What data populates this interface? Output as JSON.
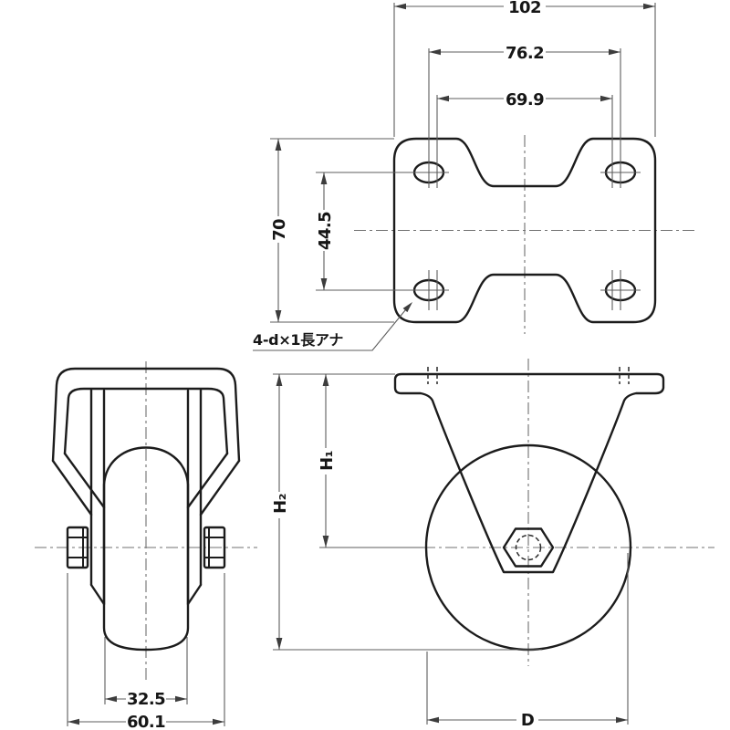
{
  "drawing": {
    "colors": {
      "background": "#ffffff",
      "object_line": "#1c1c1c",
      "dimension_line": "#5c5c5c",
      "text": "#161616"
    },
    "top_view": {
      "dim_plate_width": "102",
      "dim_bolt_pitch_wide": "76.2",
      "dim_bolt_pitch_narrow": "69.9",
      "dim_plate_depth": "70",
      "dim_bolt_pitch_depth": "44.5",
      "slot_note": "4-d×1長アナ"
    },
    "side_view": {
      "dim_wheel_width": "32.5",
      "dim_overall_width": "60.1"
    },
    "front_view": {
      "dim_height_to_axle": "H₁",
      "dim_height_overall": "H₂",
      "dim_wheel_diameter": "D"
    }
  }
}
